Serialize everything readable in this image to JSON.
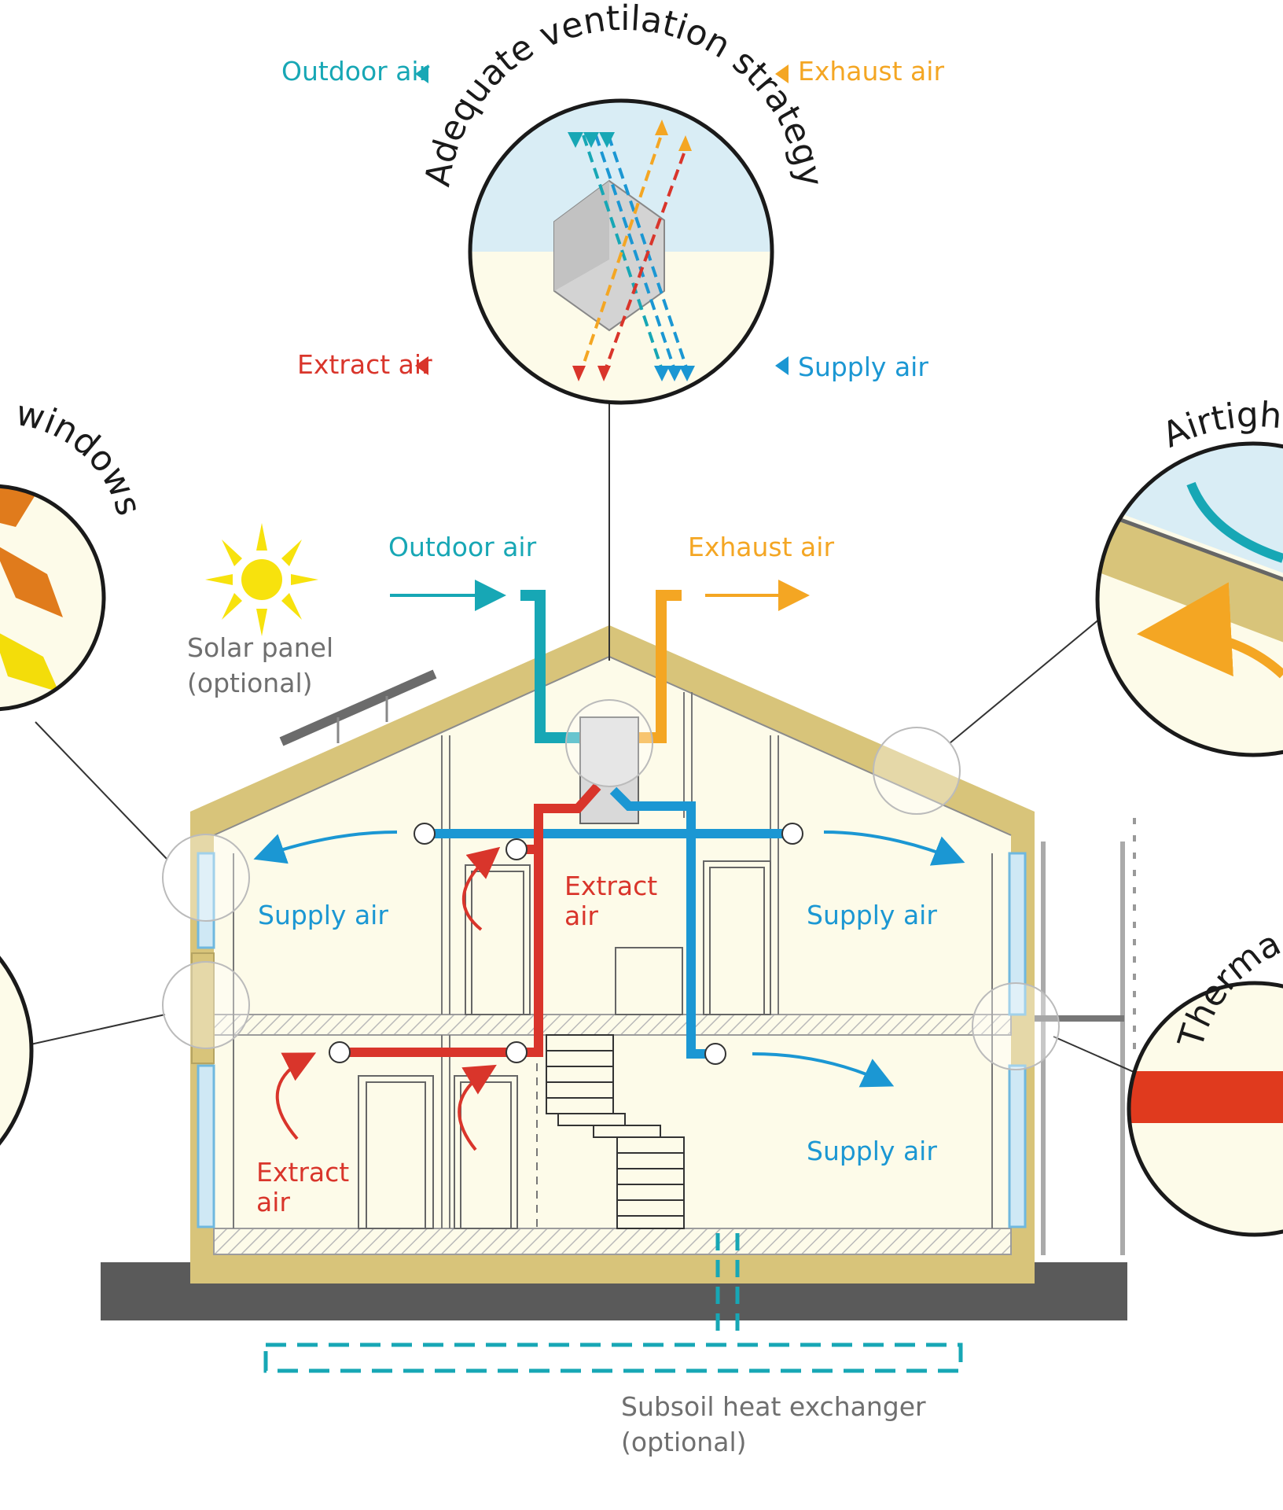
{
  "detail": {
    "title": "Adequate ventilation strategy",
    "outdoor_air": "Outdoor air",
    "exhaust_air": "Exhaust air",
    "extract_air": "Extract air",
    "supply_air": "Supply air"
  },
  "side": {
    "windows": "windows",
    "airtight": "Airtightn",
    "thermal": "Thermal b"
  },
  "house": {
    "outdoor_air": "Outdoor air",
    "exhaust_air": "Exhaust air",
    "solar_line1": "Solar panel",
    "solar_line2": "(optional)",
    "supply_upper_left": "Supply air",
    "supply_upper_right": "Supply air",
    "supply_lower_right": "Supply air",
    "extract_upper_line1": "Extract",
    "extract_upper_line2": "air",
    "extract_lower_line1": "Extract",
    "extract_lower_line2": "air",
    "subsoil_line1": "Subsoil heat exchanger",
    "subsoil_line2": "(optional)"
  },
  "colors": {
    "outdoor": "#17a7b5",
    "supply": "#1b97d3",
    "exhaust": "#f4a623",
    "extract": "#d9352b",
    "insulation": "#d8c47a",
    "interior": "#fdfbe9",
    "ground": "#5a5a5a"
  }
}
